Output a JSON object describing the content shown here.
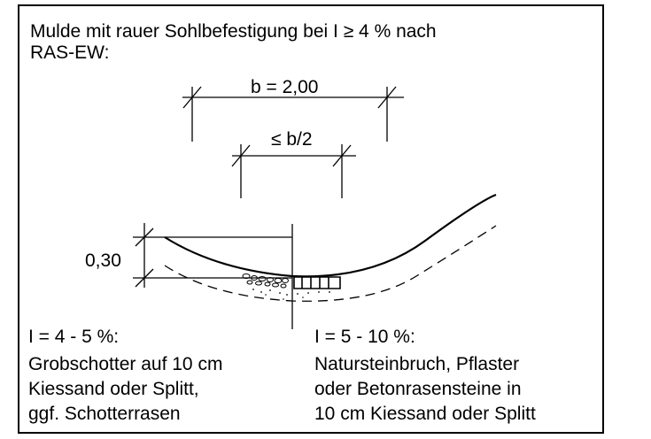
{
  "title": [
    "Mulde mit rauer Sohlbefestigung bei I ≥ 4 % nach",
    "RAS-EW:"
  ],
  "dimensions": {
    "width_label": "b = 2,00",
    "half_label": "≤ b/2",
    "depth_label": "0,30"
  },
  "left_note": {
    "heading": "I = 4 - 5 %:",
    "lines": [
      "Grobschotter auf 10 cm",
      "Kiessand oder Splitt,",
      "ggf. Schotterrasen"
    ]
  },
  "right_note": {
    "heading": "I = 5 - 10 %:",
    "lines": [
      "Natursteinbruch, Pflaster",
      "oder Betonrasensteine in",
      "10 cm Kiessand oder Splitt"
    ]
  },
  "colors": {
    "line": "#000000",
    "background": "#ffffff"
  }
}
